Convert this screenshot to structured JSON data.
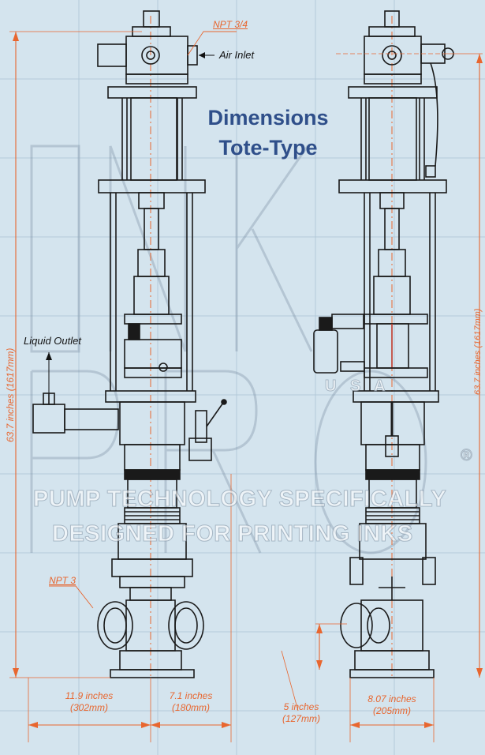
{
  "title": {
    "line1": "Dimensions",
    "line2": "Tote-Type"
  },
  "labels": {
    "npt_top": "NPT 3/4",
    "air_inlet": "Air Inlet",
    "liquid_outlet": "Liquid Outlet",
    "npt_bottom": "NPT 3"
  },
  "dimensions": {
    "overall_height": "63.7 inches (1617mm)",
    "right_height": "63.7 inches (1617mm)",
    "width_left_in": "11.9 inches",
    "width_left_mm": "(302mm)",
    "width_right_in": "7.1 inches",
    "width_right_mm": "(180mm)",
    "inlet_height_in": "5 inches",
    "inlet_height_mm": "(127mm)",
    "base_width_in": "8.07 inches",
    "base_width_mm": "(205mm)"
  },
  "watermark": {
    "line1": "PUMP TECHNOLOGY SPECIFICALLY",
    "line2": "DESIGNED FOR PRINTING INKS",
    "small": "U S A",
    "reg": "®"
  },
  "colors": {
    "background": "#d4e4ee",
    "title": "#2f4f8a",
    "dimension": "#e8662f",
    "line": "#1a1a1a"
  }
}
